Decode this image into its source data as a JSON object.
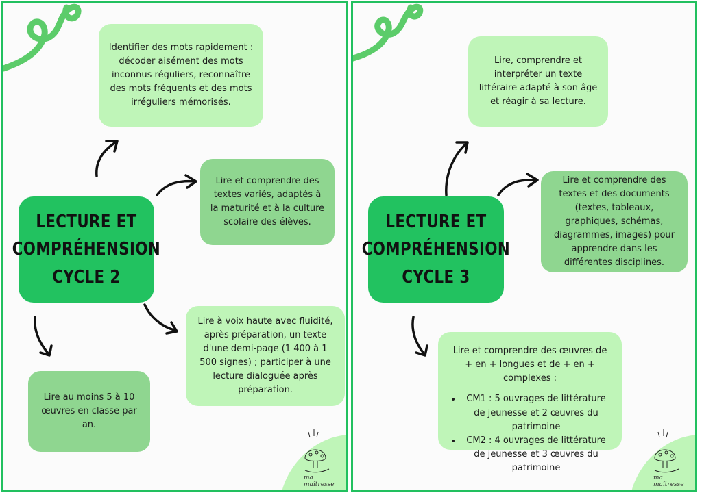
{
  "left": {
    "title": [
      "LECTURE ET",
      "COMPRÉHENSION",
      "CYCLE 2"
    ],
    "cards": {
      "top": "Identifier des mots rapidement : décoder aisément des mots inconnus réguliers, reconnaître des mots fréquents et des mots irréguliers mémorisés.",
      "right": "Lire et comprendre des textes variés, adaptés à la maturité et à la culture scolaire des élèves.",
      "bottom_right": "Lire à voix haute avec fluidité, après préparation, un texte d'une demi-page (1 400 à 1 500 signes) ; participer à une lecture dialoguée après préparation.",
      "bottom_left": "Lire au moins 5 à 10 œuvres en classe par an."
    }
  },
  "right": {
    "title": [
      "LECTURE ET",
      "COMPRÉHENSION",
      "CYCLE 3"
    ],
    "cards": {
      "top": "Lire, comprendre et interpréter un texte littéraire adapté à son âge et réagir à sa lecture.",
      "right": "Lire et comprendre des textes et des documents (textes, tableaux, graphiques, schémas, diagrammes, images) pour apprendre dans les différentes disciplines.",
      "bottom_intro": "Lire et comprendre des œuvres de + en + longues et de + en + complexes :",
      "bottom_items": [
        "CM1 : 5 ouvrages de littérature de jeunesse et 2 œuvres du patrimoine",
        "CM2 : 4 ouvrages de littérature de jeunesse et 3 œuvres du patrimoine"
      ]
    }
  },
  "logo_text": "ma maîtresse",
  "colors": {
    "border": "#22c05f",
    "title_bg": "#22c260",
    "card_light": "#bff5b8",
    "card_mid": "#8fd690",
    "swirl": "#5ccc6a"
  },
  "icons": [
    "swirl-decoration",
    "arrow-icon",
    "mushroom-logo"
  ]
}
